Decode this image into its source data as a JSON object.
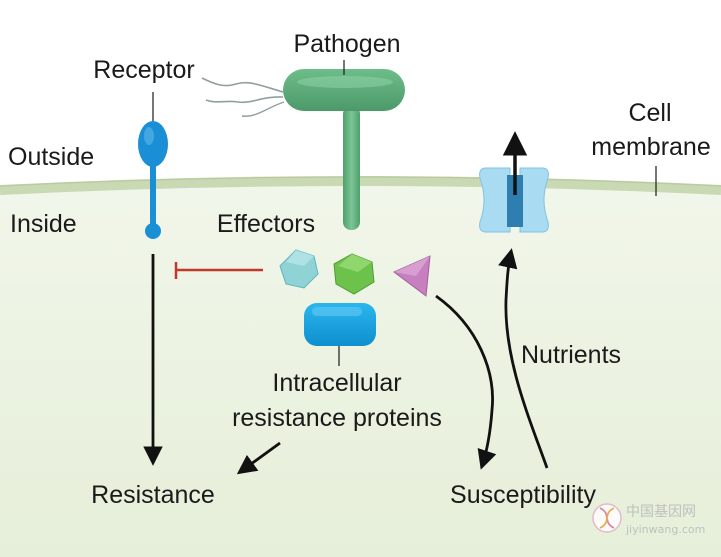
{
  "labels": {
    "pathogen": "Pathogen",
    "receptor": "Receptor",
    "outside": "Outside",
    "inside": "Inside",
    "cell": "Cell",
    "membrane": "membrane",
    "effectors": "Effectors",
    "intracellular_line1": "Intracellular",
    "intracellular_line2": "resistance proteins",
    "nutrients": "Nutrients",
    "resistance": "Resistance",
    "susceptibility": "Susceptibility"
  },
  "watermark": {
    "title": "中国基因网",
    "url": "jiyinwang.com"
  },
  "colors": {
    "pathogen": "#5fae7c",
    "receptor": "#1a8fd6",
    "cytoplasm": "#eaf2e0",
    "membrane": "#d6e3c4",
    "inhibit": "#c0392b",
    "effector_teal": "#8fd3d6",
    "effector_green": "#6cc24a",
    "effector_purple": "#c77fbf",
    "resistance_protein": "#1aa6e0",
    "channel": "#a9dcf2"
  }
}
